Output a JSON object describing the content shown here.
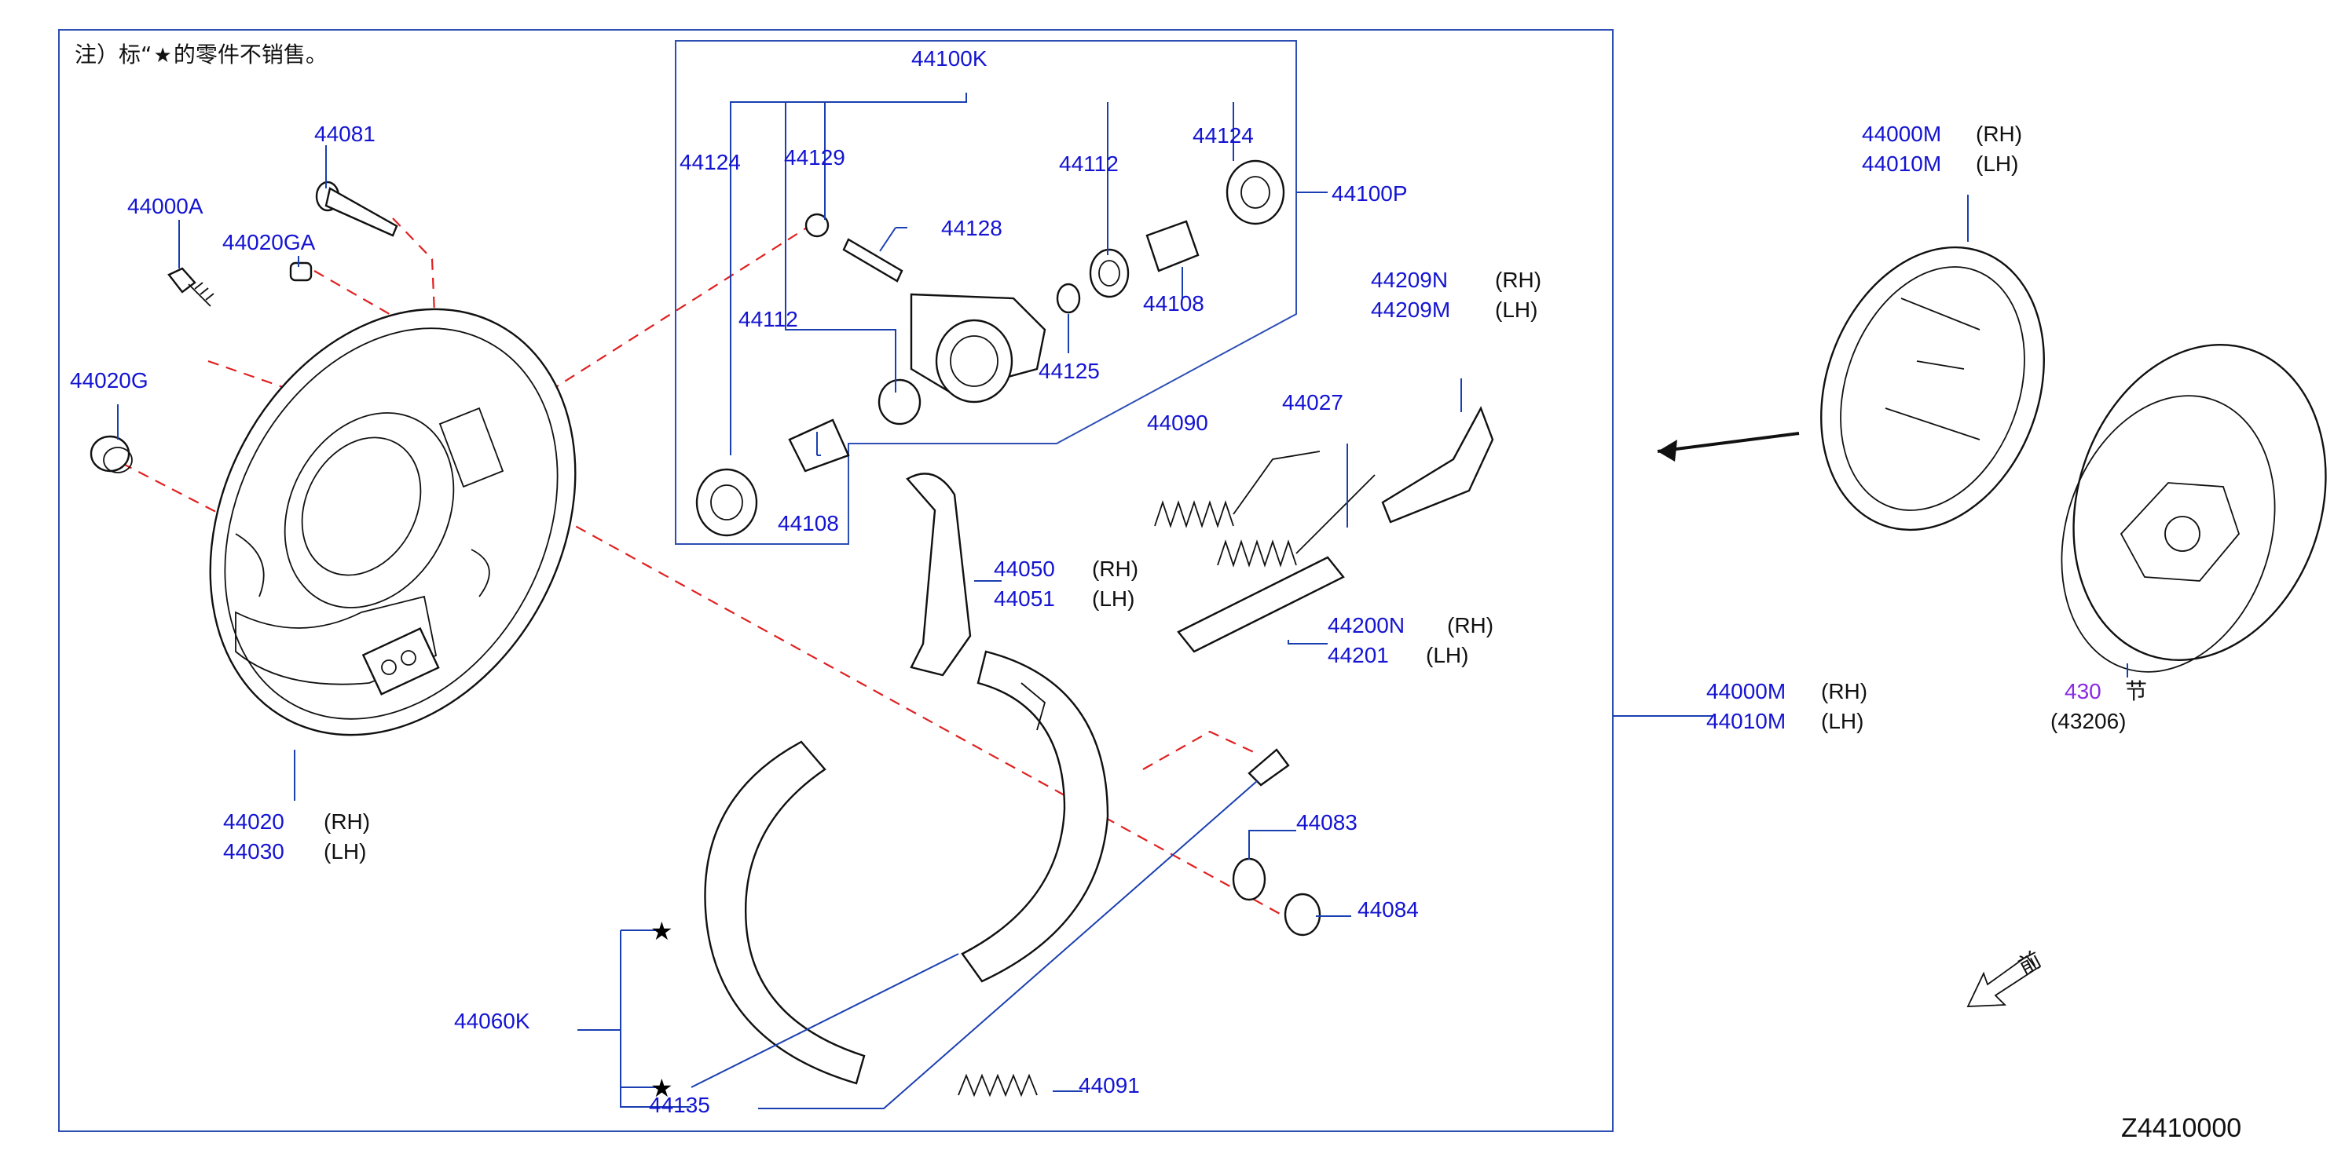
{
  "note": {
    "prefix": "注）标“",
    "suffix": "的零件不销售。"
  },
  "diagram_code": "Z4410000",
  "front_label": "前",
  "labels": {
    "p44100K": "44100K",
    "p44100P": "44100P",
    "p44124a": "44124",
    "p44124b": "44124",
    "p44129": "44129",
    "p44112a": "44112",
    "p44112b": "44112",
    "p44128": "44128",
    "p44108a": "44108",
    "p44108b": "44108",
    "p44125": "44125",
    "p44081": "44081",
    "p44000A": "44000A",
    "p44020GA": "44020GA",
    "p44020G": "44020G",
    "p44020": "44020",
    "p44030": "44030",
    "rh1": "(RH)",
    "lh1": "(LH)",
    "p44090": "44090",
    "p44027": "44027",
    "p44209N": "44209N",
    "p44209M": "44209M",
    "rh2": "(RH)",
    "lh2": "(LH)",
    "p44050": "44050",
    "p44051": "44051",
    "rh3": "(RH)",
    "lh3": "(LH)",
    "p44200N": "44200N",
    "p44201": "44201",
    "rh4": "(RH)",
    "lh4": "(LH)",
    "p44083": "44083",
    "p44084": "44084",
    "p44060K": "44060K",
    "p44135": "44135",
    "p44091": "44091",
    "p44000M_a": "44000M",
    "p44010M_a": "44010M",
    "rh5": "(RH)",
    "lh5": "(LH)",
    "p44000M_b": "44000M",
    "p44010M_b": "44010M",
    "rh6": "(RH)",
    "lh6": "(LH)",
    "p430": "430",
    "p430_note": "节",
    "p43206": "(43206)"
  },
  "icons": {
    "star": "★",
    "front_arrow": "front-direction-arrow-icon"
  },
  "colors": {
    "part_number": "#1414d2",
    "leader": "#1a3fb0",
    "alignment_dash": "#e02020",
    "purple_ref": "#8a2be2"
  }
}
